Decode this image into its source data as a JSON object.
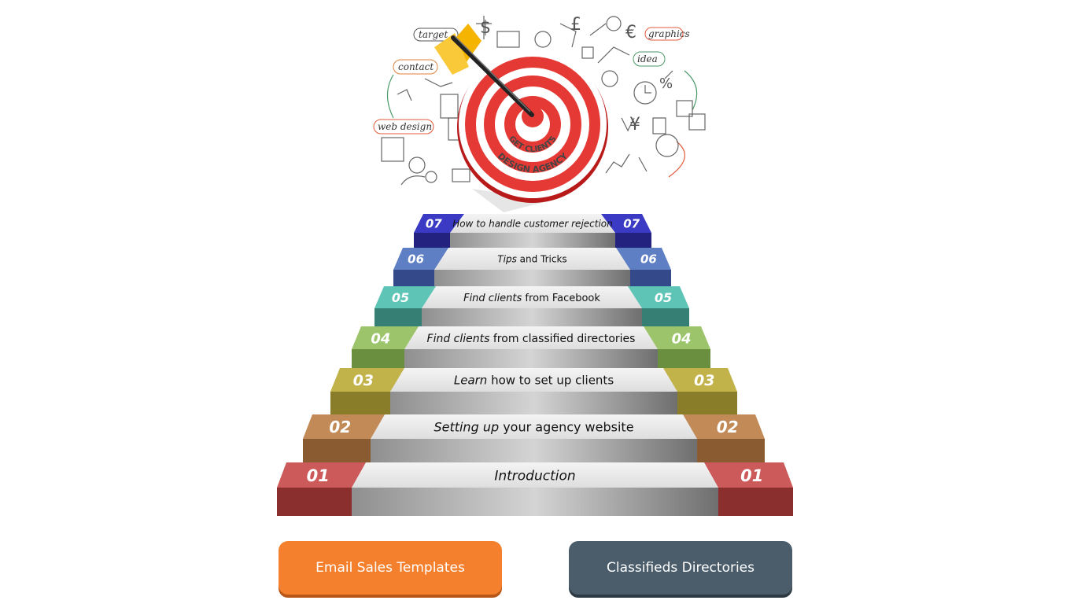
{
  "hero": {
    "target_labels": [
      "GET CLIENTS",
      "DESIGN AGENCY"
    ],
    "doodle_labels": [
      "target",
      "contact",
      "web design",
      "graphics",
      "idea"
    ]
  },
  "steps": [
    {
      "num": "01",
      "pre": "Introduction",
      "post": "",
      "color": "#cc5a5a",
      "dark": "#8b2e2e"
    },
    {
      "num": "02",
      "pre": "Setting up",
      "post": " your agency website",
      "color": "#c28a57",
      "dark": "#8a5a30"
    },
    {
      "num": "03",
      "pre": "Learn",
      "post": " how to set up clients",
      "color": "#c2b24a",
      "dark": "#8a7d2a"
    },
    {
      "num": "04",
      "pre": "Find clients",
      "post": " from classified directories",
      "color": "#9cc46a",
      "dark": "#6a8f3e"
    },
    {
      "num": "05",
      "pre": "Find clients",
      "post": " from Facebook",
      "color": "#5ec4b6",
      "dark": "#357f75"
    },
    {
      "num": "06",
      "pre": "Tips",
      "post": " and Tricks",
      "color": "#5f7fc4",
      "dark": "#33498a"
    },
    {
      "num": "07",
      "pre": "How to handle customer rejection",
      "post": "",
      "color": "#3a3ac4",
      "dark": "#23237f"
    }
  ],
  "buttons": {
    "email": "Email Sales Templates",
    "classifieds": "Classifieds Directories"
  }
}
